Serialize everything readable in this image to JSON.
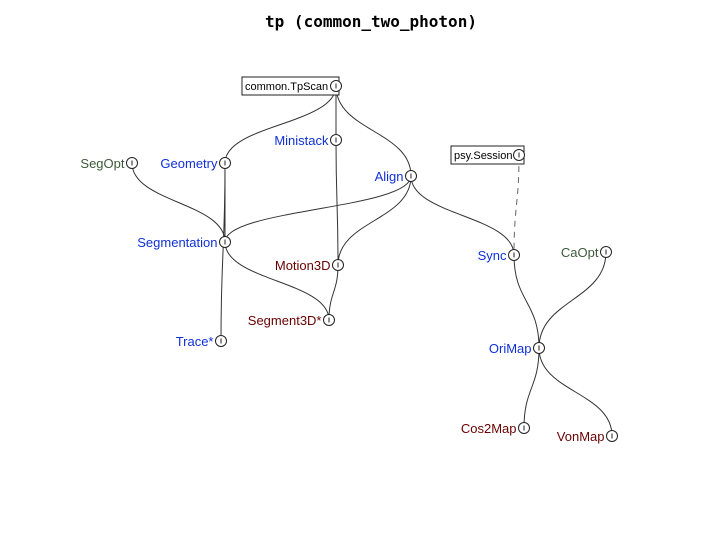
{
  "title": "tp (common_two_photon)",
  "colors": {
    "computed": "#1030d8",
    "imported": "#6a0000",
    "lookup": "#3d5a3a",
    "manual": "#000000",
    "edge": "#333333"
  },
  "nodes": [
    {
      "id": "tpscan",
      "label": "common.TpScan",
      "tier": "manual",
      "boxed": true
    },
    {
      "id": "session",
      "label": "psy.Session",
      "tier": "manual",
      "boxed": true
    },
    {
      "id": "ministack",
      "label": "Ministack",
      "tier": "computed"
    },
    {
      "id": "segopt",
      "label": "SegOpt",
      "tier": "lookup"
    },
    {
      "id": "geometry",
      "label": "Geometry",
      "tier": "computed"
    },
    {
      "id": "align",
      "label": "Align",
      "tier": "computed"
    },
    {
      "id": "segmentation",
      "label": "Segmentation",
      "tier": "computed"
    },
    {
      "id": "motion3d",
      "label": "Motion3D",
      "tier": "imported"
    },
    {
      "id": "sync",
      "label": "Sync",
      "tier": "computed"
    },
    {
      "id": "caopt",
      "label": "CaOpt",
      "tier": "lookup"
    },
    {
      "id": "segment3d",
      "label": "Segment3D*",
      "tier": "imported"
    },
    {
      "id": "trace",
      "label": "Trace*",
      "tier": "computed"
    },
    {
      "id": "orimap",
      "label": "OriMap",
      "tier": "computed"
    },
    {
      "id": "cos2map",
      "label": "Cos2Map",
      "tier": "imported"
    },
    {
      "id": "vonmap",
      "label": "VonMap",
      "tier": "imported"
    }
  ],
  "edges": [
    {
      "from": "tpscan",
      "to": "geometry"
    },
    {
      "from": "tpscan",
      "to": "ministack"
    },
    {
      "from": "tpscan",
      "to": "align"
    },
    {
      "from": "ministack",
      "to": "motion3d"
    },
    {
      "from": "segopt",
      "to": "segmentation"
    },
    {
      "from": "geometry",
      "to": "segmentation"
    },
    {
      "from": "geometry",
      "to": "trace"
    },
    {
      "from": "align",
      "to": "segmentation"
    },
    {
      "from": "align",
      "to": "motion3d"
    },
    {
      "from": "align",
      "to": "sync"
    },
    {
      "from": "session",
      "to": "sync",
      "dashed": true
    },
    {
      "from": "segmentation",
      "to": "segment3d"
    },
    {
      "from": "motion3d",
      "to": "segment3d"
    },
    {
      "from": "sync",
      "to": "orimap"
    },
    {
      "from": "caopt",
      "to": "orimap"
    },
    {
      "from": "orimap",
      "to": "cos2map"
    },
    {
      "from": "orimap",
      "to": "vonmap"
    }
  ]
}
